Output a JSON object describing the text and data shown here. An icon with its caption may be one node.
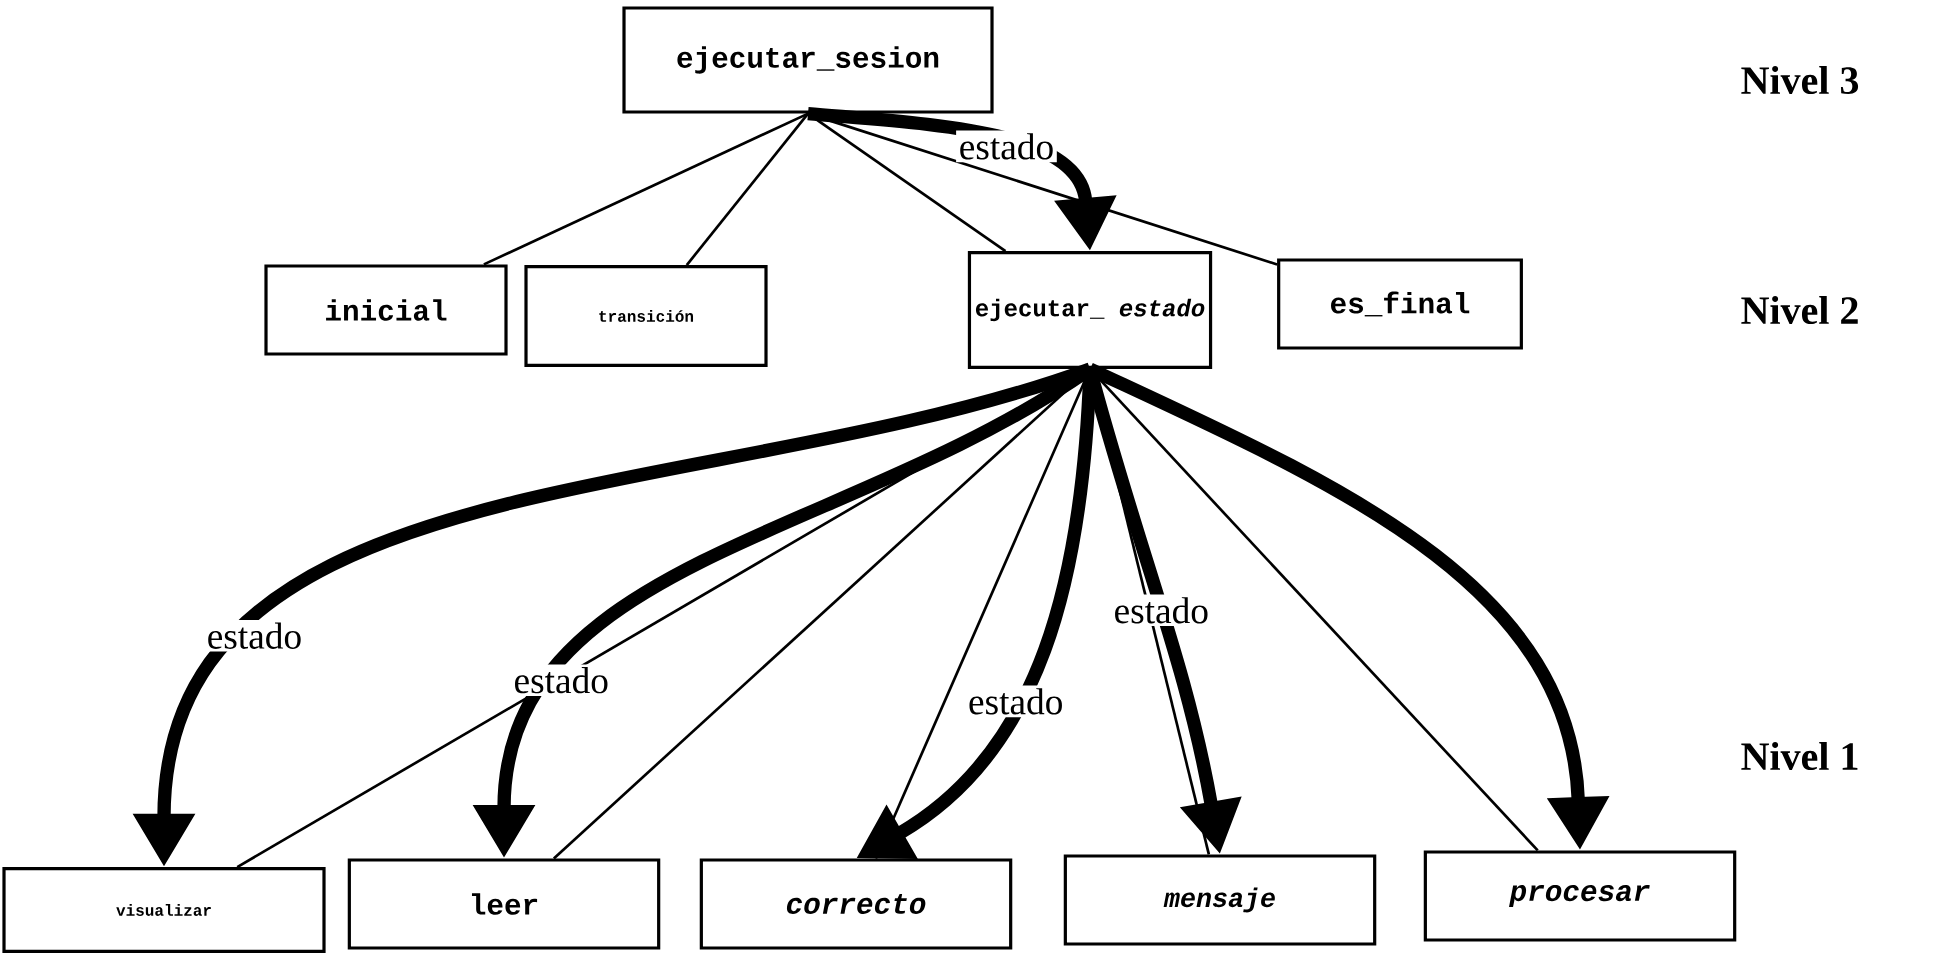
{
  "diagram": {
    "nodes": [
      {
        "text": [
          "ejecutar_sesion"
        ]
      },
      {
        "text": [
          "inicial"
        ]
      },
      {
        "text": [
          "transición"
        ]
      },
      {
        "text": [
          "ejecutar_ *estado*"
        ]
      },
      {
        "text": [
          "es_final"
        ]
      },
      {
        "text": [
          "visualizar"
        ]
      },
      {
        "text": [
          "leer"
        ]
      },
      {
        "text": [
          "correcto"
        ]
      },
      {
        "text": [
          "mensaje"
        ]
      },
      {
        "text": [
          "procesar"
        ]
      }
    ],
    "edges": [
      {
        "from": 0,
        "to": 1,
        "arrow": "none"
      },
      {
        "from": 0,
        "to": 2,
        "arrow": "none"
      },
      {
        "from": 0,
        "to": 3,
        "arrow": "none"
      },
      {
        "from": 0,
        "to": 4,
        "arrow": "none"
      },
      {
        "from": 0,
        "to": 3,
        "arrow": "to",
        "style": "thick",
        "label": "estado"
      },
      {
        "from": 3,
        "to": 5,
        "arrow": "none"
      },
      {
        "from": 3,
        "to": 6,
        "arrow": "none"
      },
      {
        "from": 3,
        "to": 7,
        "arrow": "none"
      },
      {
        "from": 3,
        "to": 8,
        "arrow": "none"
      },
      {
        "from": 3,
        "to": 9,
        "arrow": "none"
      },
      {
        "from": 3,
        "to": 5,
        "arrow": "to",
        "style": "thick",
        "label": "estado"
      },
      {
        "from": 3,
        "to": 6,
        "arrow": "to",
        "style": "thick",
        "label": "estado"
      },
      {
        "from": 3,
        "to": 7,
        "arrow": "to",
        "style": "thick",
        "label": "estado"
      },
      {
        "from": 3,
        "to": 8,
        "arrow": "to",
        "style": "thick",
        "label": "estado"
      },
      {
        "from": 3,
        "to": 9,
        "arrow": "to",
        "style": "thick"
      }
    ],
    "labels": [
      "Nivel 3",
      "Nivel 2",
      "Nivel 1"
    ]
  }
}
